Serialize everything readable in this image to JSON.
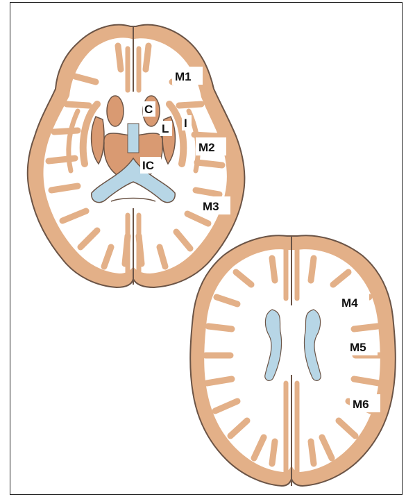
{
  "labels": {
    "m1": "M1",
    "c": "C",
    "l": "L",
    "i": "I",
    "m2": "M2",
    "ic": "IC",
    "m3": "M3",
    "m4": "M4",
    "m5": "M5",
    "m6": "M6"
  },
  "colors": {
    "grey_matter": "#e3b088",
    "deep_nuclei": "#d99a72",
    "white_matter": "#ffffff",
    "outline": "#6b5446",
    "ventricle": "#b7d6e6",
    "frame": "#222222"
  }
}
